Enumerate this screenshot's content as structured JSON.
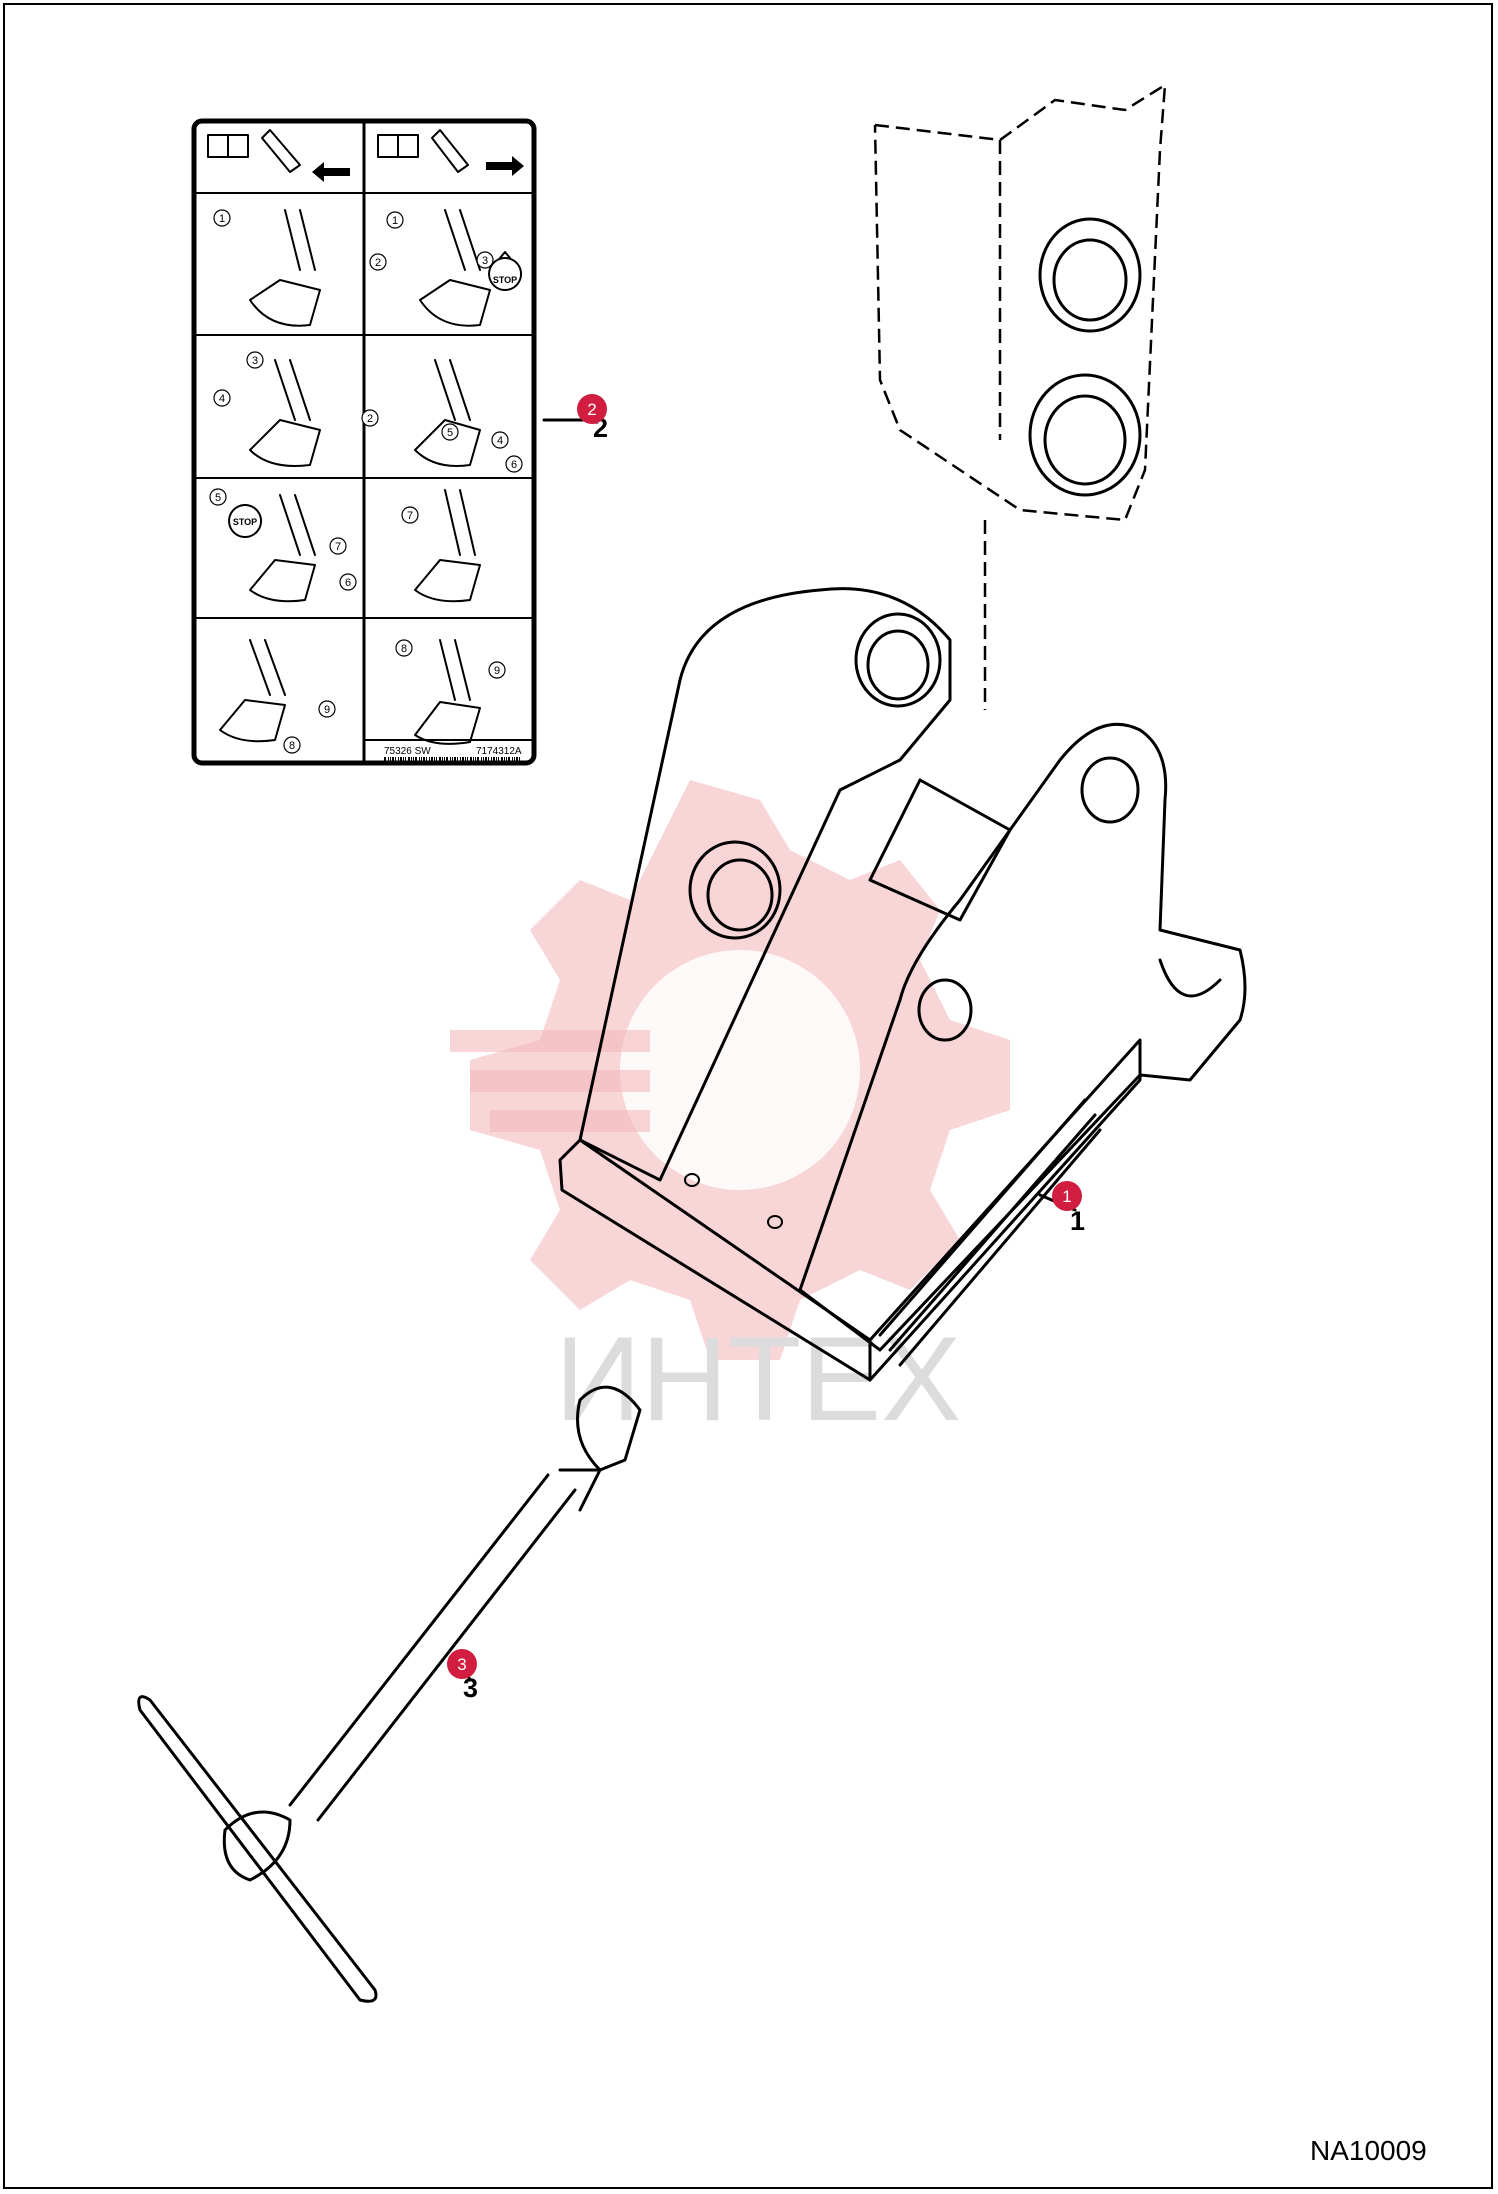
{
  "drawing": {
    "code": "NA10009",
    "watermark_text": "ИНТЕХ",
    "accent_color": "#d11d3f"
  },
  "callouts": [
    {
      "number": "1",
      "part": "quick coupler frame"
    },
    {
      "number": "2",
      "part": "instruction decal"
    },
    {
      "number": "3",
      "part": "T-handle wrench"
    }
  ],
  "decal": {
    "left_code": "75326 SW",
    "right_code": "7174312A",
    "stop_label": "STOP",
    "steps_left": [
      "1",
      "2",
      "3",
      "4",
      "5",
      "6",
      "7",
      "8",
      "9"
    ],
    "steps_right": [
      "1",
      "2",
      "3",
      "4",
      "5",
      "6",
      "7",
      "8",
      "9"
    ]
  }
}
